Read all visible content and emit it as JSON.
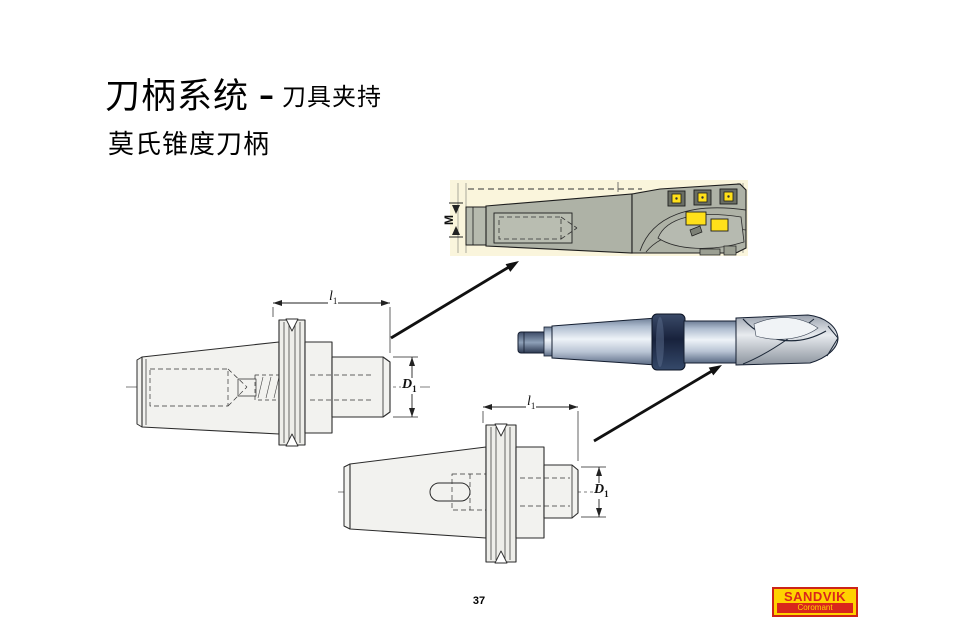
{
  "slide": {
    "title": {
      "main": "刀柄系统",
      "dash": "–",
      "sub": "刀具夹持"
    },
    "subtitle": "莫氏锥度刀柄",
    "page_number": "37"
  },
  "figures": {
    "milling_cutter": {
      "thread_label": "M",
      "insert_color": "#ffe01a",
      "body_color": "#aeb2a6",
      "background_color": "#faf5dc"
    },
    "taper_drill": {
      "body_color": "#aebccf",
      "collar_color": "#1e2a44"
    },
    "holder1": {
      "length_label": {
        "base": "l",
        "sub": "1"
      },
      "diameter_label": {
        "base": "D",
        "sub": "1"
      }
    },
    "holder2": {
      "length_label": {
        "base": "l",
        "sub": "1"
      },
      "diameter_label": {
        "base": "D",
        "sub": "1"
      }
    }
  },
  "logo": {
    "brand": "SANDVIK",
    "sub_brand": "Coromant",
    "colors": {
      "background": "#ffd200",
      "accent": "#d9261c"
    }
  }
}
